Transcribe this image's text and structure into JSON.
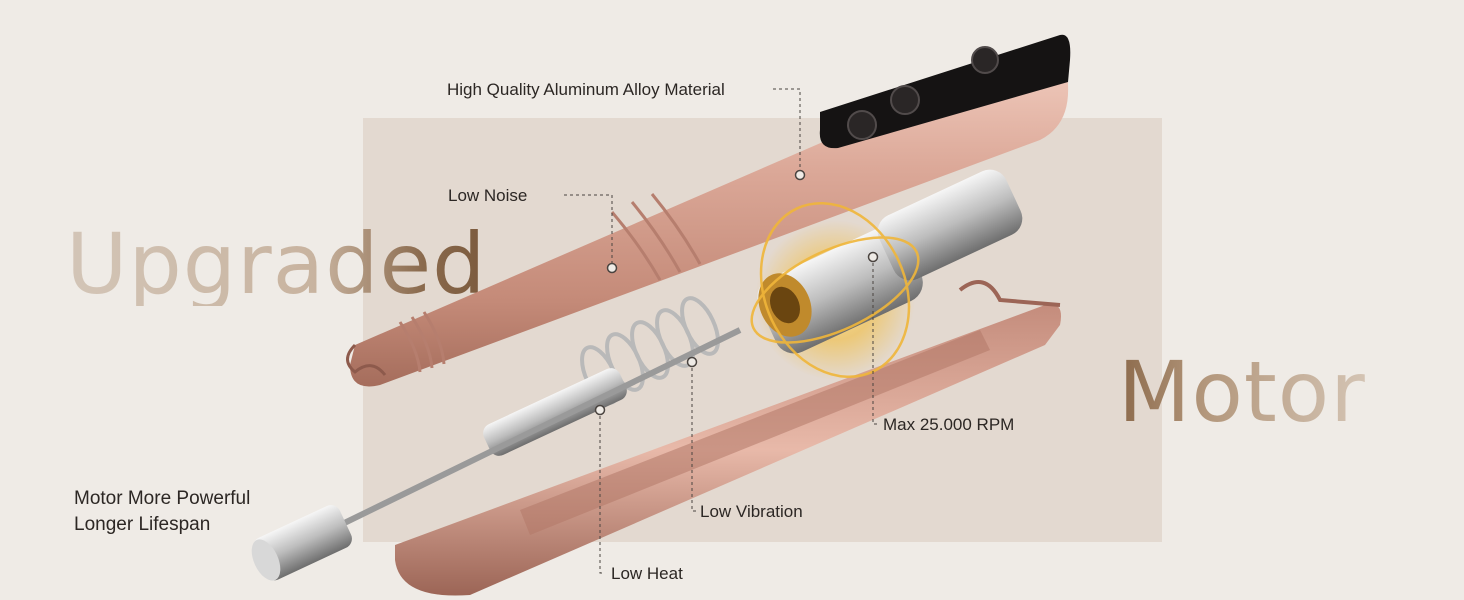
{
  "headline": {
    "word_left": "Upgraded",
    "word_right": "Motor"
  },
  "callouts": {
    "aluminum": "High Quality Aluminum Alloy Material",
    "noise": "Low Noise",
    "rpm": "Max 25.000 RPM",
    "vibration": "Low Vibration",
    "heat": "Low Heat",
    "powerful": "Motor More Powerful",
    "lifespan": "Longer Lifespan"
  },
  "colors": {
    "background": "#efebe6",
    "panel": "#e3d9d0",
    "rose_gold": "#d9a797",
    "accent_gold": "#e8b23a"
  }
}
